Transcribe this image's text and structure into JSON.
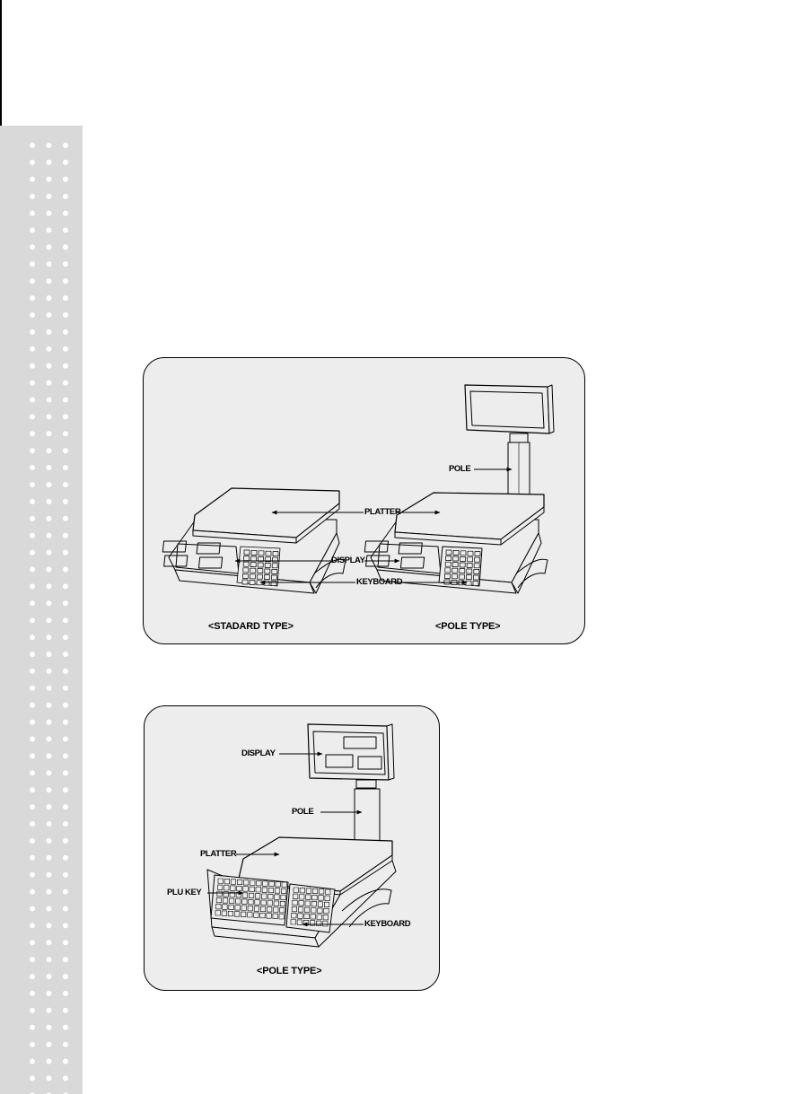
{
  "figure1": {
    "labels": {
      "pole": "POLE",
      "platter": "PLATTER",
      "display": "DISPLAY",
      "keyboard": "KEYBOARD"
    },
    "captions": {
      "standard": "<STADARD TYPE>",
      "pole": "<POLE TYPE>"
    }
  },
  "figure2": {
    "labels": {
      "display": "DISPLAY",
      "pole": "POLE",
      "platter": "PLATTER",
      "plu_key": "PLU KEY",
      "keyboard": "KEYBOARD"
    },
    "caption": "<POLE TYPE>"
  },
  "colors": {
    "side_strip": "#d9d9d9",
    "panel_fill": "#ededed",
    "line": "#000000"
  }
}
